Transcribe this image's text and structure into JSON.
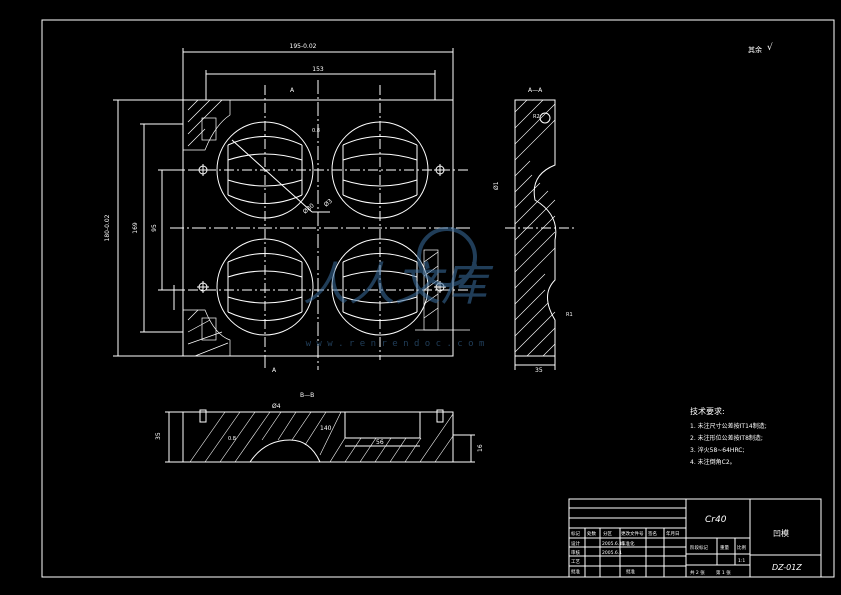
{
  "drawing": {
    "roughness_symbol": "其余",
    "roughness_value": "√",
    "section_aa_label": "A—A",
    "section_bb_label": "B—B",
    "cut_marker_a": "A",
    "dims": {
      "overall_width": "195-0.02",
      "inner_width": "153",
      "overall_height": "180-0.02",
      "inner_height_1": "169",
      "inner_height_2": "95",
      "hole_dia_1": "Ø80",
      "hole_dia_2": "Ø3",
      "radius_label": "0.8",
      "bb_thickness": "35",
      "bb_width": "140",
      "bb_slot": "56",
      "bb_right": "16",
      "bb_phi": "Ø4",
      "aa_width": "35",
      "aa_dim1": "R2",
      "aa_dim2": "R1",
      "aa_phi": "Ø1"
    },
    "tech_req": {
      "title": "技术要求:",
      "items": [
        "1. 未注尺寸公差按IT14制造;",
        "2. 未注形位公差按IT8制造;",
        "3. 淬火58~64HRC;",
        "4. 未注倒角C2。"
      ]
    },
    "watermark": {
      "text": "人人文库",
      "url": "w w w . r e n r e n d o c . c o m"
    }
  },
  "title_block": {
    "material": "Cr40",
    "part_name": "凹模",
    "drawing_no": "DZ-01Z",
    "row_labels": [
      "标记",
      "处数",
      "分区",
      "更改文件号",
      "签名",
      "年月日"
    ],
    "design_label": "设计",
    "design_date": "2005.6.11",
    "standard_label": "标准化",
    "check_label": "审核",
    "check_date": "2005.6.1",
    "process_label": "工艺",
    "approve_label": "批准",
    "stage_label": "阶段标记",
    "weight_label": "重量",
    "scale_label": "比例",
    "scale_value": "1:1",
    "sheets_total": "共 2 张",
    "sheet_no": "第 1 张"
  }
}
